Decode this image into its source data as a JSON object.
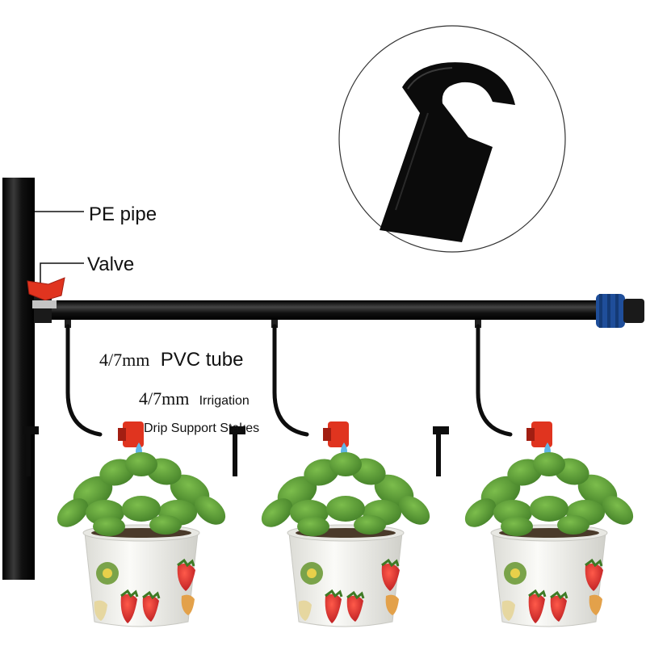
{
  "labels": {
    "pe_pipe": "PE pipe",
    "valve": "Valve",
    "pvc_size": "4/7mm",
    "pvc_text": "PVC tube",
    "irrigation_size": "4/7mm",
    "irrigation_text": "Irrigation",
    "drip_stakes": "Drip Support Stakes"
  },
  "colors": {
    "pipe": "#0d0d0d",
    "valve": "#e0341f",
    "connector": "#1f4e9a",
    "water_drop": "#5fb6e6",
    "pot": "#f2f2ee",
    "leaf": "#4f8f2e",
    "strawberry": "#d4282b"
  },
  "icons": {
    "hook_detail": "hook-stake-icon",
    "valve": "valve-icon",
    "drip_emitter": "drip-emitter-icon",
    "water_drop": "water-drop-icon"
  }
}
